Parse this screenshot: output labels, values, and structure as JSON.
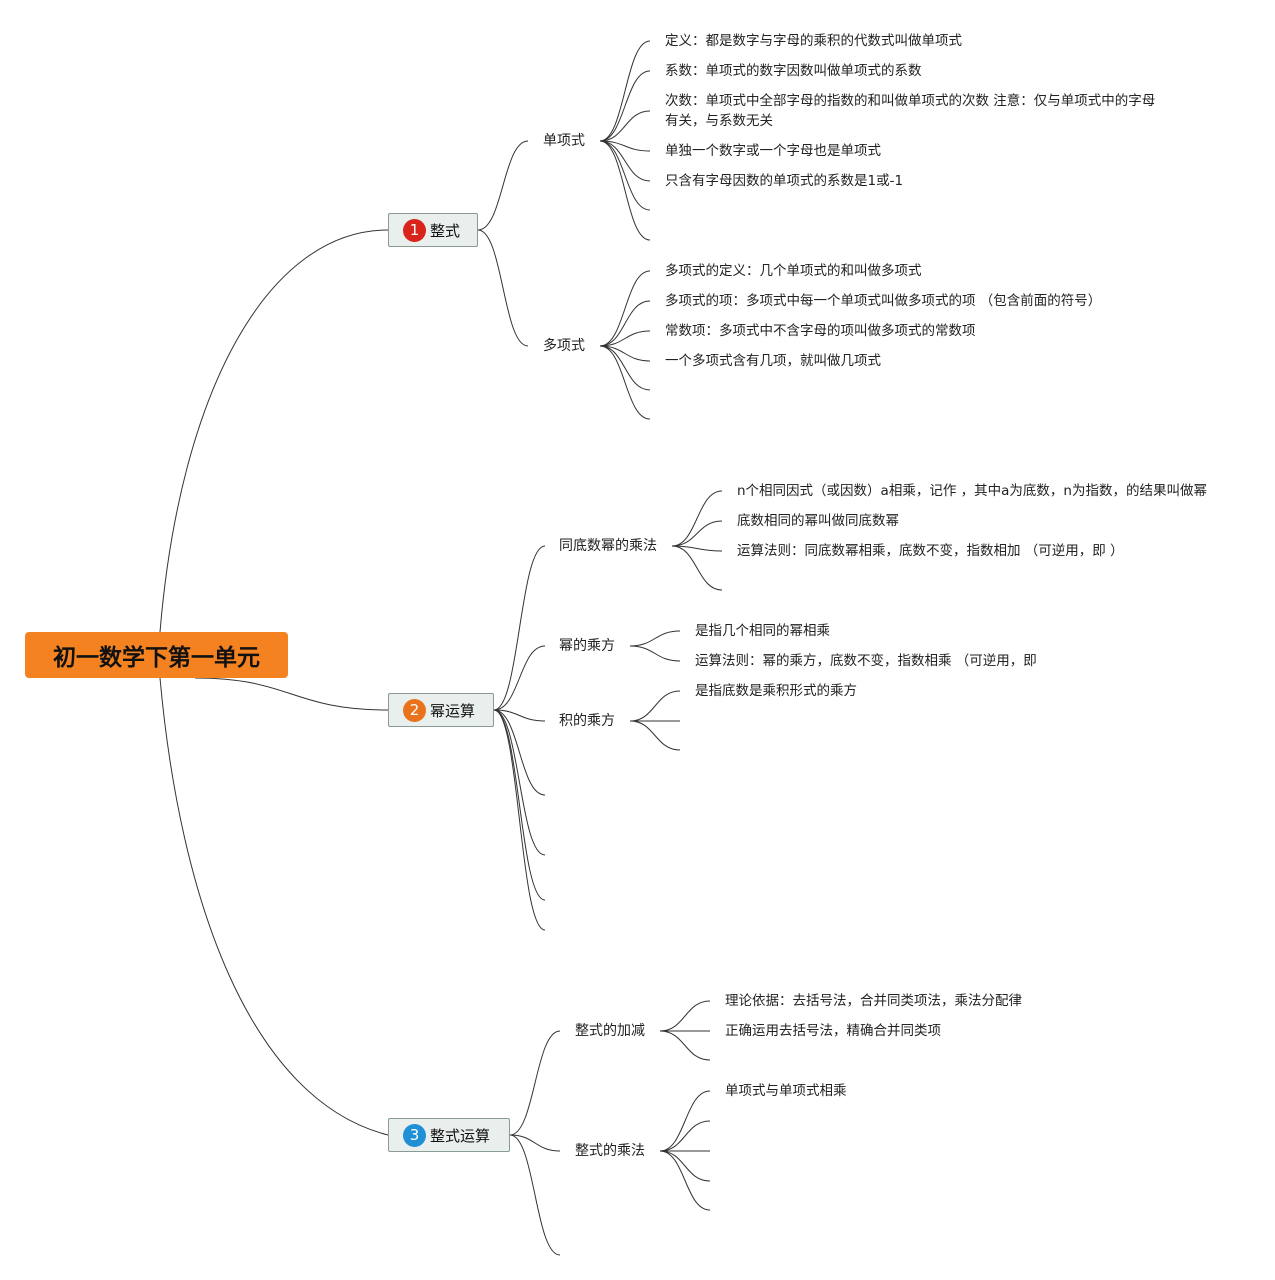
{
  "root": {
    "title": "初一数学下第一单元",
    "color": "#f58220"
  },
  "branches": [
    {
      "number": "1",
      "label": "整式",
      "badge_color": "#d9241b",
      "subs": [
        {
          "label": "单项式",
          "leaves": [
            "定义：都是数字与字母的乘积的代数式叫做单项式",
            "系数：单项式的数字因数叫做单项式的系数",
            "次数：单项式中全部字母的指数的和叫做单项式的次数 注意：仅与单项式中的字母有关，与系数无关",
            "单独一个数字或一个字母也是单项式",
            "只含有字母因数的单项式的系数是1或-1",
            "",
            ""
          ]
        },
        {
          "label": "多项式",
          "leaves": [
            "多项式的定义：几个单项式的和叫做多项式",
            "多项式的项：多项式中每一个单项式叫做多项式的项 （包含前面的符号）",
            "常数项：多项式中不含字母的项叫做多项式的常数项",
            "一个多项式含有几项，就叫做几项式",
            "",
            ""
          ]
        }
      ]
    },
    {
      "number": "2",
      "label": "幂运算",
      "badge_color": "#e8731c",
      "subs": [
        {
          "label": "同底数幂的乘法",
          "leaves": [
            "n个相同因式（或因数）a相乘，记作 ，其中a为底数，n为指数，的结果叫做幂",
            "底数相同的幂叫做同底数幂",
            "运算法则：同底数幂相乘，底数不变，指数相加 （可逆用，即 ）",
            ""
          ]
        },
        {
          "label": "幂的乘方",
          "leaves": [
            "是指几个相同的幂相乘",
            "运算法则：幂的乘方，底数不变，指数相乘 （可逆用，即"
          ]
        },
        {
          "label": "积的乘方",
          "leaves": [
            "是指底数是乘积形式的乘方",
            "",
            ""
          ]
        }
      ]
    },
    {
      "number": "3",
      "label": "整式运算",
      "badge_color": "#1f8fd6",
      "subs": [
        {
          "label": "整式的加减",
          "leaves": [
            "理论依据：去括号法，合并同类项法，乘法分配律",
            "正确运用去括号法，精确合并同类项",
            ""
          ]
        },
        {
          "label": "整式的乘法",
          "leaves": [
            "单项式与单项式相乘",
            "",
            "",
            ""
          ]
        }
      ]
    }
  ]
}
